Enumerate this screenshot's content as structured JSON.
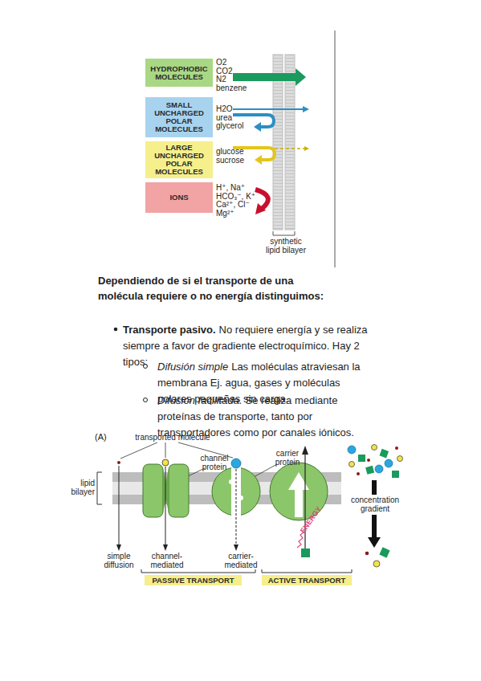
{
  "diagram": {
    "nodes": [
      {
        "text": [
          "HYDROPHOBIC MOLECULES"
        ]
      },
      {
        "text": [
          "SMALL UNCHARGED POLAR MOLECULES"
        ]
      },
      {
        "text": [
          "LARGE UNCHARGED POLAR MOLECULES"
        ]
      },
      {
        "text": [
          "IONS"
        ]
      },
      {
        "text": [
          "PASSIVE TRANSPORT"
        ]
      },
      {
        "text": [
          "ACTIVE TRANSPORT"
        ]
      }
    ],
    "labels": [
      "O2",
      "CO2",
      "N2",
      "benzene",
      "H2O",
      "urea",
      "glycerol",
      "glucose",
      "sucrose",
      "H⁺, Na⁺",
      "HCO₃⁻, K⁺",
      "Ca²⁺, Cl⁻",
      "Mg²⁺",
      "synthetic lipid bilayer",
      "Dependiendo de si el transporte de una molécula requiere o no energía distinguimos:",
      "Transporte pasivo.",
      "No requiere energía y se realiza siempre a favor de gradiente electroquímico. Hay 2 tipos:",
      "Difusión simple",
      "Las moléculas atraviesan la membrana Ej. agua, gases y moléculas polares pequeñas sin carga.",
      "Difusión facilitada.",
      "Se realiza mediante proteínas de transporte, tanto por transportadores como por canales iónicos.",
      "(A)",
      "transported molecule",
      "channel protein",
      "carrier protein",
      "lipid bilayer",
      "concentration gradient",
      "simple diffusion",
      "channel-mediated",
      "carrier-mediated",
      "ENERGY"
    ]
  }
}
